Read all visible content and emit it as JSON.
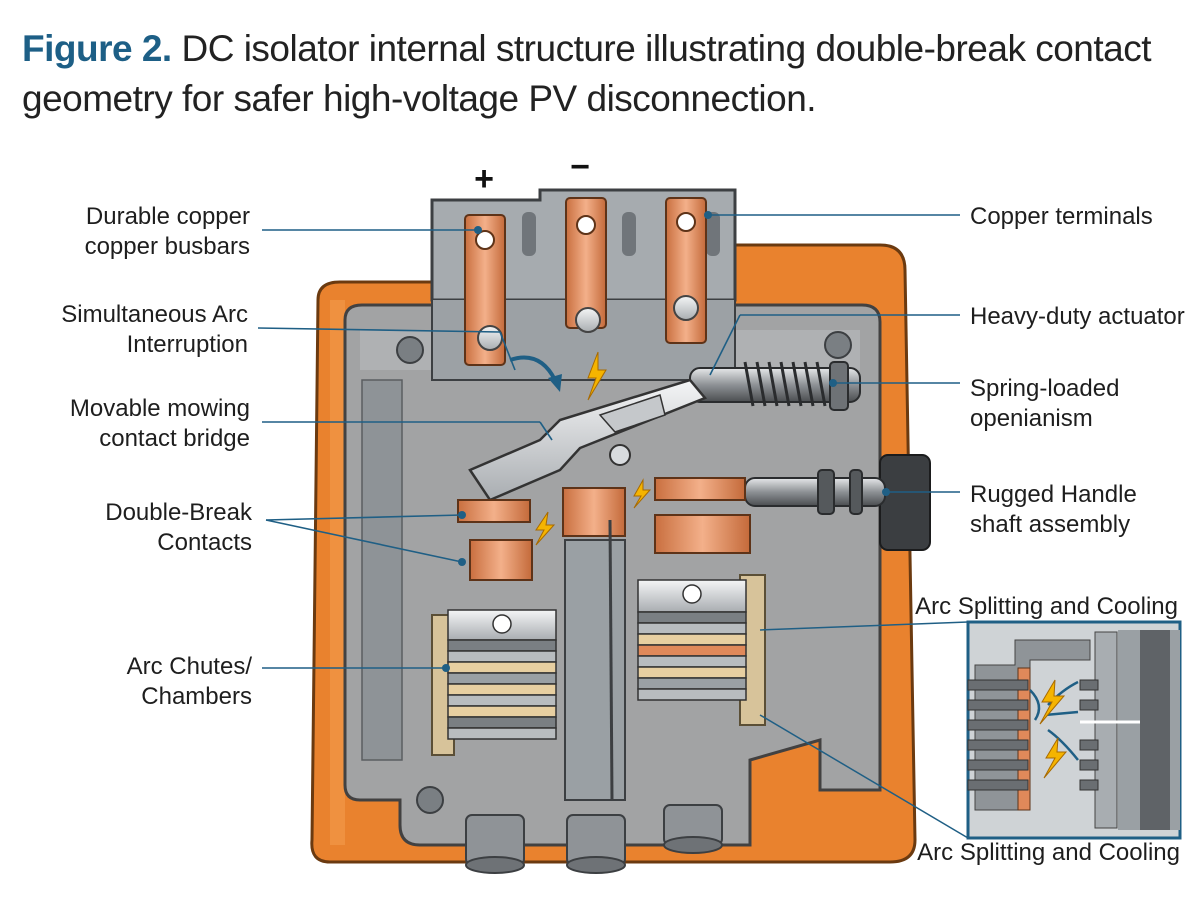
{
  "title": {
    "figure_label": "Figure 2.",
    "caption": "DC isolator internal structure illustrating double-break contact geometry for safer high-voltage PV disconnection."
  },
  "terminals": {
    "plus": "+",
    "minus": "−"
  },
  "labels": {
    "busbars": [
      "Durable copper",
      "copper busbars"
    ],
    "arc_interruption": [
      "Simultaneous Arc",
      "Interruption"
    ],
    "contact_bridge": [
      "Movable mowing",
      "contact bridge"
    ],
    "double_break": [
      "Double-Break",
      "Contacts"
    ],
    "arc_chutes": [
      "Arc Chutes/",
      "Chambers"
    ],
    "copper_terminals": [
      "Copper terminals"
    ],
    "actuator": [
      "Heavy-duty actuator"
    ],
    "spring": [
      "Spring-loaded",
      "openianism"
    ],
    "handle": [
      "Rugged Handle",
      "shaft assembly"
    ],
    "inset_top": "Arc Splitting and Cooling",
    "inset_bottom": "Arc Splitting and Cooling"
  },
  "colors": {
    "accent": "#1d5f86",
    "housing_orange": "#e9822e",
    "body_grey": "#9ea3a7",
    "copper": "#e0895a",
    "arc": "#f5b400"
  }
}
